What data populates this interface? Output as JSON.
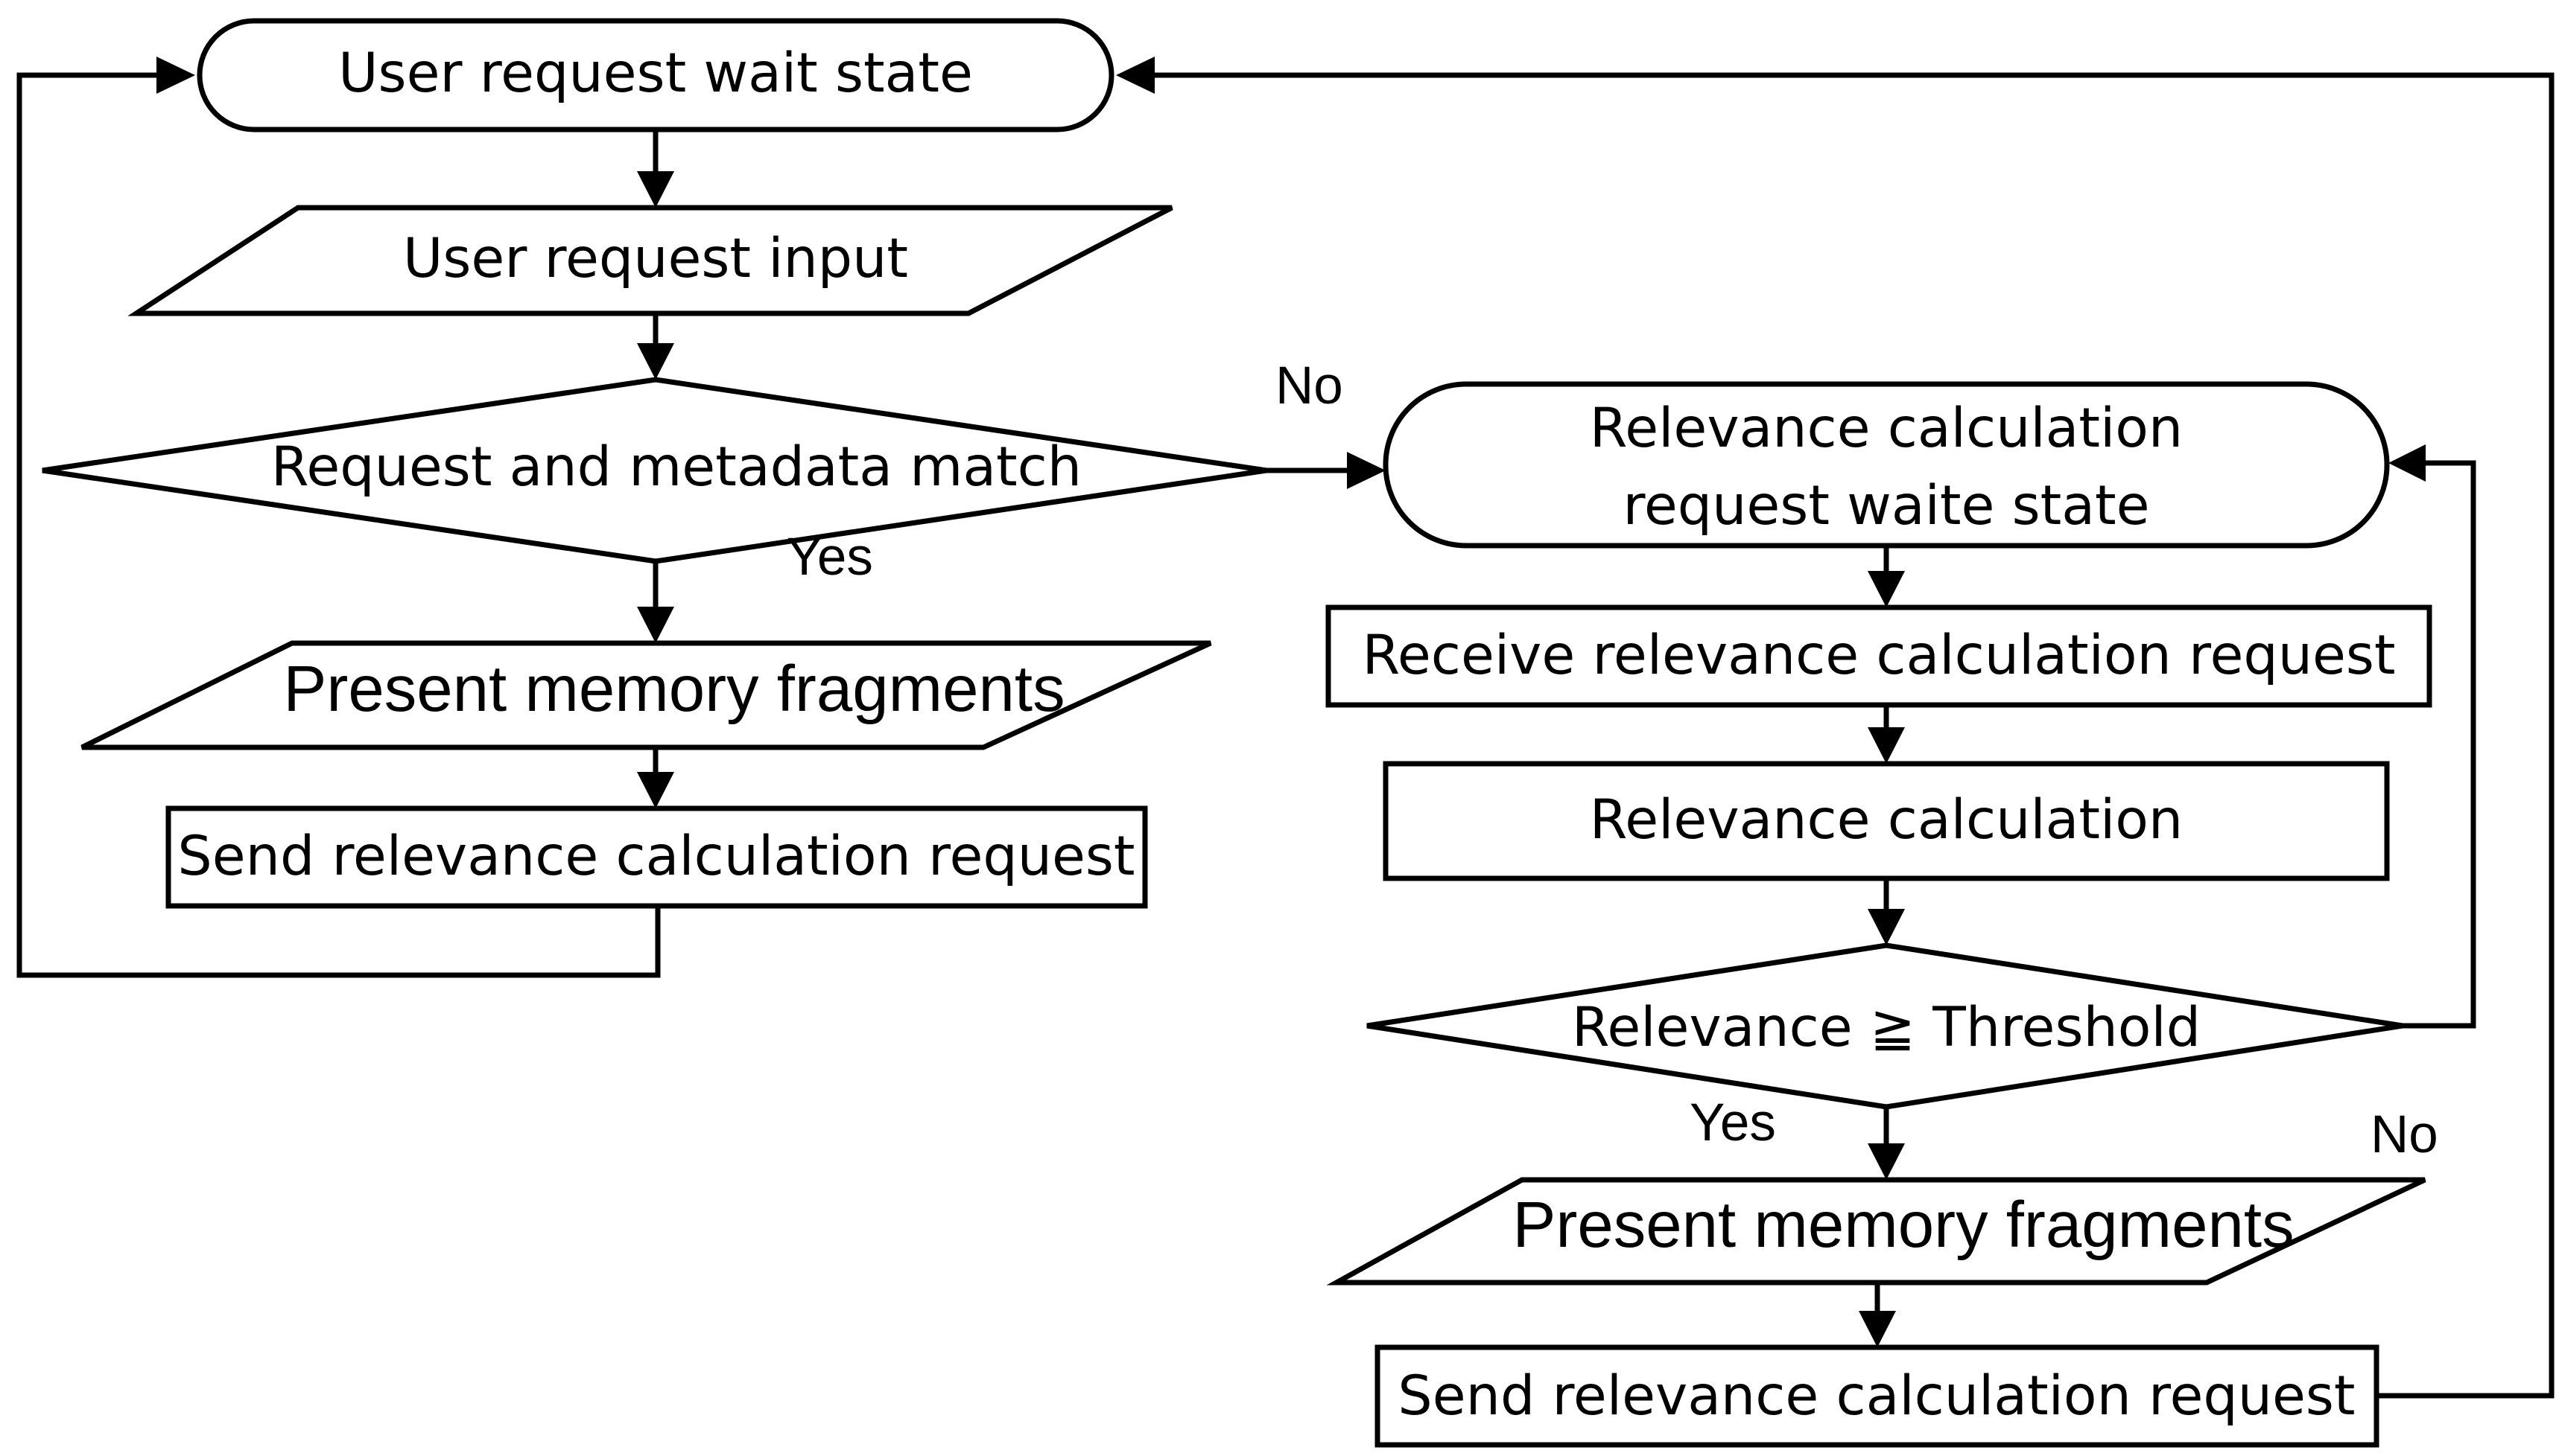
{
  "left_flow": {
    "start": {
      "label": "User request wait state"
    },
    "input": {
      "label": "User request input"
    },
    "decision": {
      "label": "Request and metadata match",
      "yes_label": "Yes",
      "no_label": "No"
    },
    "present": {
      "label": "Present memory fragments"
    },
    "send": {
      "label": "Send relevance calculation request"
    }
  },
  "right_flow": {
    "wait": {
      "line1": "Relevance calculation",
      "line2": "request waite state"
    },
    "receive": {
      "label": "Receive relevance calculation request"
    },
    "calc": {
      "label": "Relevance calculation"
    },
    "decision": {
      "label": "Relevance ≧ Threshold",
      "yes_label": "Yes",
      "no_label": "No"
    },
    "present": {
      "label": "Present memory fragments"
    },
    "send": {
      "label": "Send relevance calculation request"
    }
  }
}
